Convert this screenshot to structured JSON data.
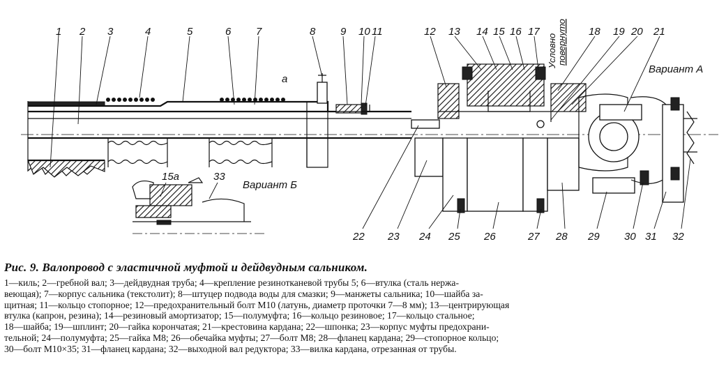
{
  "labels": [
    "1",
    "2",
    "3",
    "4",
    "5",
    "6",
    "7",
    "8",
    "9",
    "10",
    "11",
    "12",
    "13",
    "14",
    "15",
    "16",
    "17",
    "18",
    "19",
    "20",
    "21",
    "22",
    "23",
    "24",
    "25",
    "26",
    "27",
    "28",
    "29",
    "30",
    "31",
    "32",
    "33",
    "15а",
    "а"
  ],
  "rotated_note": [
    "Условно",
    "повернуто"
  ],
  "variant_a": "Вариант А",
  "variant_b": "Вариант Б",
  "caption": "Рис. 9. Валопровод с эластичной муфтой и дейдвудным сальником.",
  "legend_lines": [
    "1—киль; 2—гребной вал; 3—дейдвудная труба; 4—крепление резинотканевой трубы 5; 6—втулка (сталь нержа-",
    "веющая); 7—корпус сальника (текстолит); 8—штуцер подвода воды для смазки; 9—манжеты сальника; 10—шайба за-",
    "щитная; 11—кольцо стопорное; 12—предохранительный болт М10 (латунь, диаметр проточки 7—8 мм); 13—центрирующая",
    "втулка (капрон, резина); 14—резиновый амортизатор; 15—полумуфта; 16—кольцо резиновое; 17—кольцо стальное;",
    "18—шайба; 19—шплинт; 20—гайка корончатая; 21—крестовина кардана; 22—шпонка; 23—корпус муфты предохрани-",
    "тельной; 24—полумуфта; 25—гайка М8; 26—обечайка муфты; 27—болт М8; 28—фланец кардана; 29—стопорное кольцо;",
    "30—болт М10×35; 31—фланец кардана; 32—выходной вал редуктора; 33—вилка кардана, отрезанная от трубы."
  ]
}
